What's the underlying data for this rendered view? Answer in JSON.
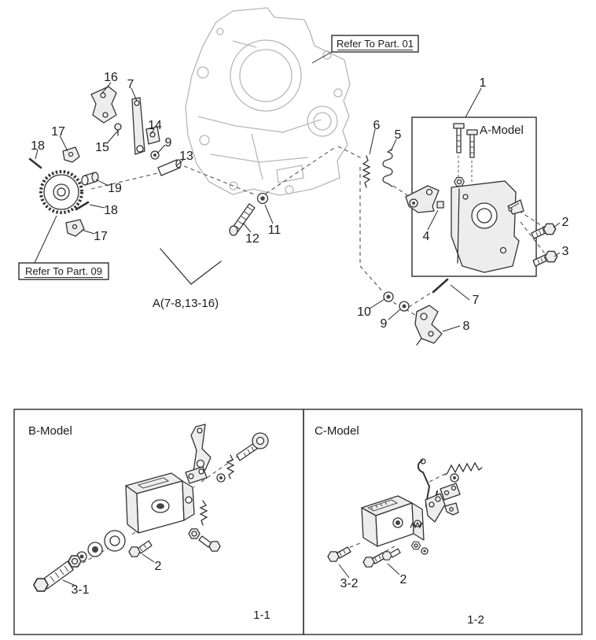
{
  "refer": {
    "part01": "Refer To Part. 01",
    "part09": "Refer To Part. 09"
  },
  "models": {
    "a": "A-Model",
    "b": "B-Model",
    "c": "C-Model"
  },
  "figures": {
    "b": "1-1",
    "c": "1-2"
  },
  "group_label": "A(7-8,13-16)",
  "callouts": {
    "n1": "1",
    "n2": "2",
    "n3": "3",
    "n4": "4",
    "n5": "5",
    "n6": "6",
    "n7a": "7",
    "n7b": "7",
    "n8": "8",
    "n9a": "9",
    "n9b": "9",
    "n10": "10",
    "n11": "11",
    "n12": "12",
    "n13": "13",
    "n14": "14",
    "n15": "15",
    "n16": "16",
    "n17a": "17",
    "n17b": "17",
    "n18a": "18",
    "n18b": "18",
    "n19": "19",
    "b2": "2",
    "b31": "3-1",
    "c2": "2",
    "c32": "3-2"
  },
  "colors": {
    "line": "#333333",
    "ghost": "#b7b7b7",
    "background": "#ffffff"
  }
}
